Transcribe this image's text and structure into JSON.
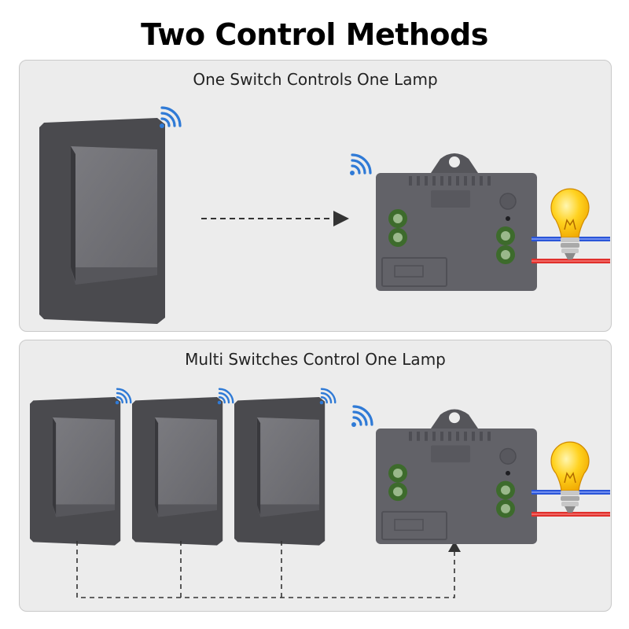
{
  "title": "Two Control Methods",
  "panels": [
    {
      "heading": "One Switch Controls One Lamp"
    },
    {
      "heading": "Multi Switches Control One Lamp"
    }
  ],
  "colors": {
    "panel_bg": "#ececec",
    "switch_frame": "#4a4a4e",
    "switch_rocker": "#727276",
    "receiver_body": "#626268",
    "terminal_green": "#3d6b2c",
    "wifi_blue": "#2f7ad6",
    "wire_blue": "#2a55d8",
    "wire_red": "#e0302c",
    "bulb_yellow": "#ffcc1a"
  },
  "icons": [
    "wifi-icon",
    "light-bulb-icon",
    "wall-switch",
    "receiver-module"
  ]
}
